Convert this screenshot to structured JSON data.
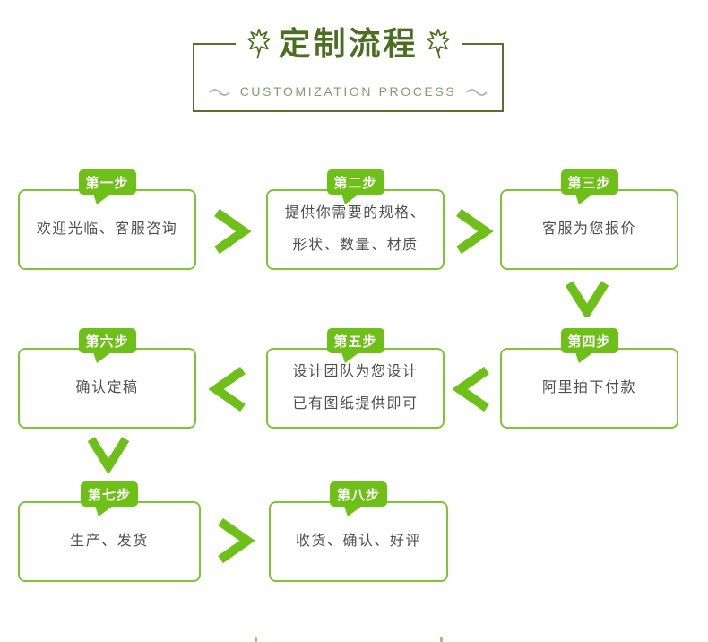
{
  "header": {
    "title": "定制流程",
    "subtitle": "CUSTOMIZATION PROCESS"
  },
  "steps": [
    {
      "badge": "第一步",
      "lines": [
        "欢迎光临、客服咨询"
      ]
    },
    {
      "badge": "第二步",
      "lines": [
        "提供你需要的规格、",
        "形状、数量、材质"
      ]
    },
    {
      "badge": "第三步",
      "lines": [
        "客服为您报价"
      ]
    },
    {
      "badge": "第四步",
      "lines": [
        "阿里拍下付款"
      ]
    },
    {
      "badge": "第五步",
      "lines": [
        "设计团队为您设计",
        "已有图纸提供即可"
      ]
    },
    {
      "badge": "第六步",
      "lines": [
        "确认定稿"
      ]
    },
    {
      "badge": "第七步",
      "lines": [
        "生产、发货"
      ]
    },
    {
      "badge": "第八步",
      "lines": [
        "收货、确认、好评"
      ]
    }
  ],
  "flow_arrows": [
    {
      "from": "第一步",
      "to": "第二步",
      "direction": "right"
    },
    {
      "from": "第二步",
      "to": "第三步",
      "direction": "right"
    },
    {
      "from": "第三步",
      "to": "第四步",
      "direction": "down"
    },
    {
      "from": "第四步",
      "to": "第五步",
      "direction": "left"
    },
    {
      "from": "第五步",
      "to": "第六步",
      "direction": "left"
    },
    {
      "from": "第六步",
      "to": "第七步",
      "direction": "down"
    },
    {
      "from": "第七步",
      "to": "第八步",
      "direction": "right"
    }
  ],
  "colors": {
    "accent": "#6ec019",
    "boxBorder": "#7cc636",
    "titleGreen": "#4c6e20",
    "headerBorder": "#54722c",
    "subtitleGreen": "#829b72",
    "tildeGray": "#b1b1b1",
    "textColor": "#4f4f4f",
    "pageBg": "#ffffff"
  }
}
